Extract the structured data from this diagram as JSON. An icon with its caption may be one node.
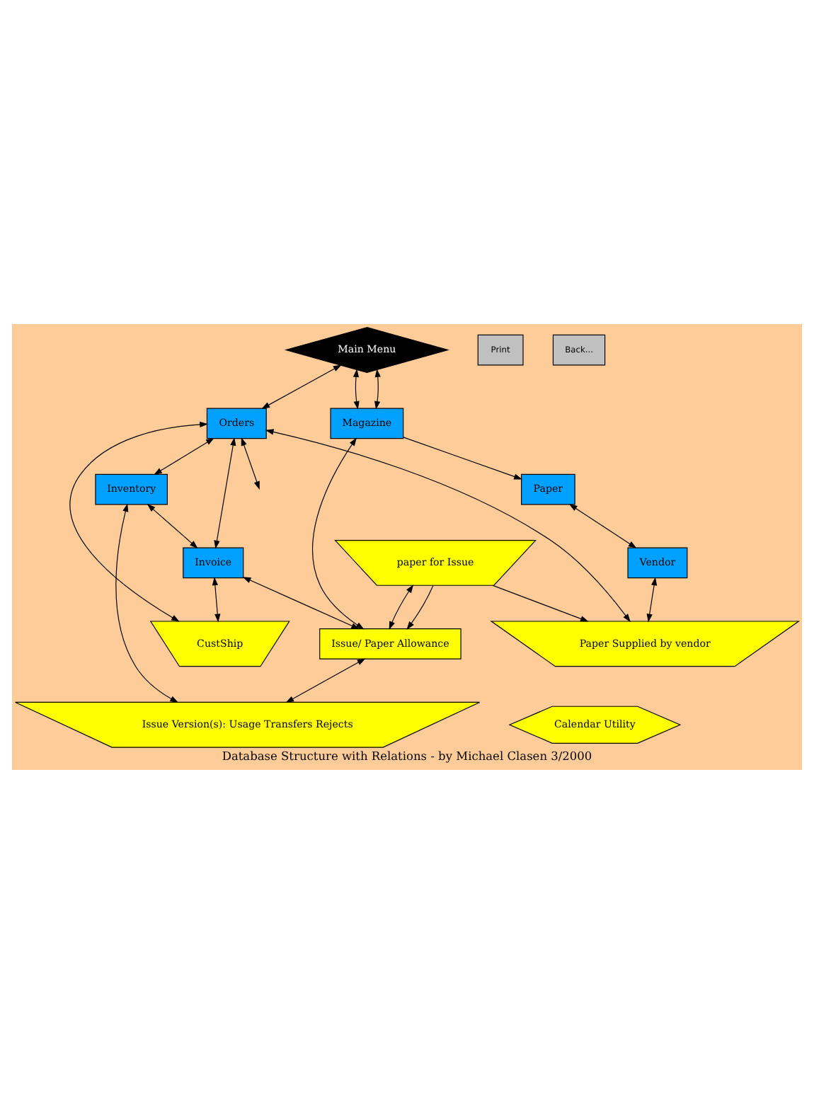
{
  "diagram": {
    "title": "Database Structure with Relations - by Michael Clasen 3/2000",
    "nodes": [
      {
        "text": [
          "Main Menu"
        ]
      },
      {
        "text": [
          "Orders"
        ]
      },
      {
        "text": [
          "Inventory"
        ]
      },
      {
        "text": [
          "Invoice"
        ]
      },
      {
        "text": [
          "Magazine"
        ]
      },
      {
        "text": [
          "Paper"
        ]
      },
      {
        "text": [
          "CustShip"
        ]
      },
      {
        "text": [
          "Vendor"
        ]
      },
      {
        "text": [
          "paper for Issue"
        ]
      },
      {
        "text": [
          "Issue/ Paper Allowance"
        ]
      },
      {
        "text": [
          "Paper Supplied by vendor"
        ]
      },
      {
        "text": [
          "Issue Version(s): Usage Transfers Rejects"
        ]
      },
      {
        "text": [
          "Calendar Utility"
        ]
      }
    ],
    "edges": [
      {
        "from": 0,
        "to": 1,
        "arrow": "both"
      },
      {
        "from": 0,
        "to": 4,
        "arrow": "both"
      },
      {
        "from": 0,
        "to": 4,
        "arrow": "both"
      },
      {
        "from": 1,
        "to": null,
        "arrow": "both"
      },
      {
        "from": 1,
        "to": 2,
        "arrow": "both"
      },
      {
        "from": 1,
        "to": 3,
        "arrow": "both"
      },
      {
        "from": 2,
        "to": 3,
        "arrow": "both"
      },
      {
        "from": 1,
        "to": 6,
        "arrow": "both"
      },
      {
        "from": 1,
        "to": 10,
        "arrow": "both"
      },
      {
        "from": 3,
        "to": 6,
        "arrow": "both"
      },
      {
        "from": 2,
        "to": 11,
        "arrow": "both"
      },
      {
        "from": 3,
        "to": 9,
        "arrow": "both"
      },
      {
        "from": 4,
        "to": 9,
        "arrow": "both"
      },
      {
        "from": 4,
        "to": 5,
        "arrow": "to"
      },
      {
        "from": 5,
        "to": 7,
        "arrow": "both"
      },
      {
        "from": 7,
        "to": 10,
        "arrow": "both"
      },
      {
        "from": 8,
        "to": 9,
        "arrow": "both"
      },
      {
        "from": 8,
        "to": 9,
        "arrow": "to"
      },
      {
        "from": 8,
        "to": 10,
        "arrow": "to"
      },
      {
        "from": 9,
        "to": 11,
        "arrow": "both"
      }
    ],
    "labels": [
      "Print",
      "Back..."
    ]
  }
}
